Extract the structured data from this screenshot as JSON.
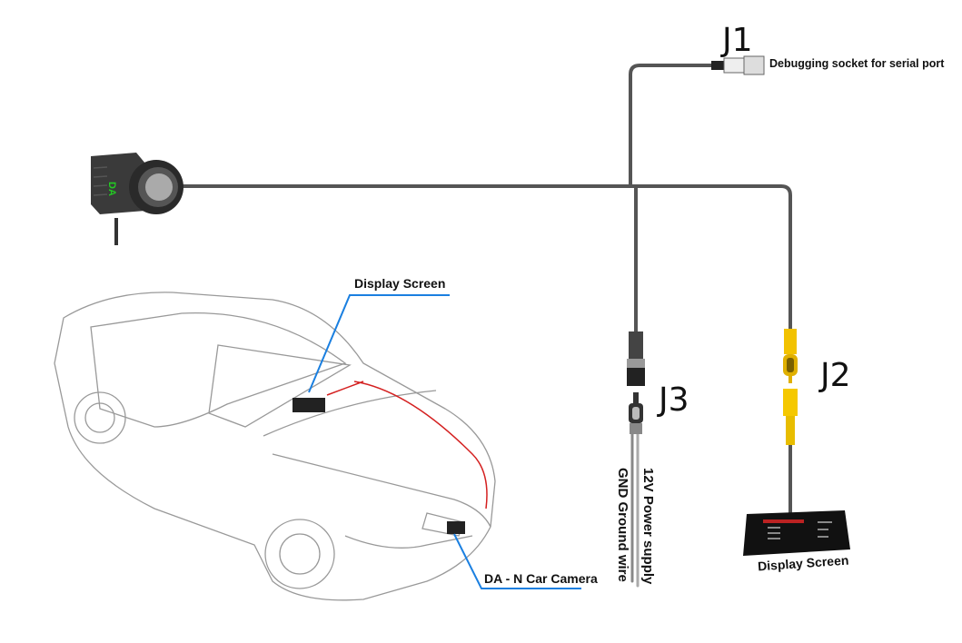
{
  "labels": {
    "j1": "J1",
    "j2": "J2",
    "j3": "J3",
    "debug_socket": "Debugging socket for serial port",
    "display_screen_car": "Display Screen",
    "display_screen_device": "Display Screen",
    "car_camera": "DA - N Car Camera",
    "power": "12V Power supply",
    "ground": "GND Ground wire"
  },
  "camera_logo": "DA",
  "colors": {
    "cable": "#555555",
    "rca_yellow": "#f2c200",
    "callout_blue": "#1a7fe0",
    "car_wire_red": "#d42020"
  }
}
